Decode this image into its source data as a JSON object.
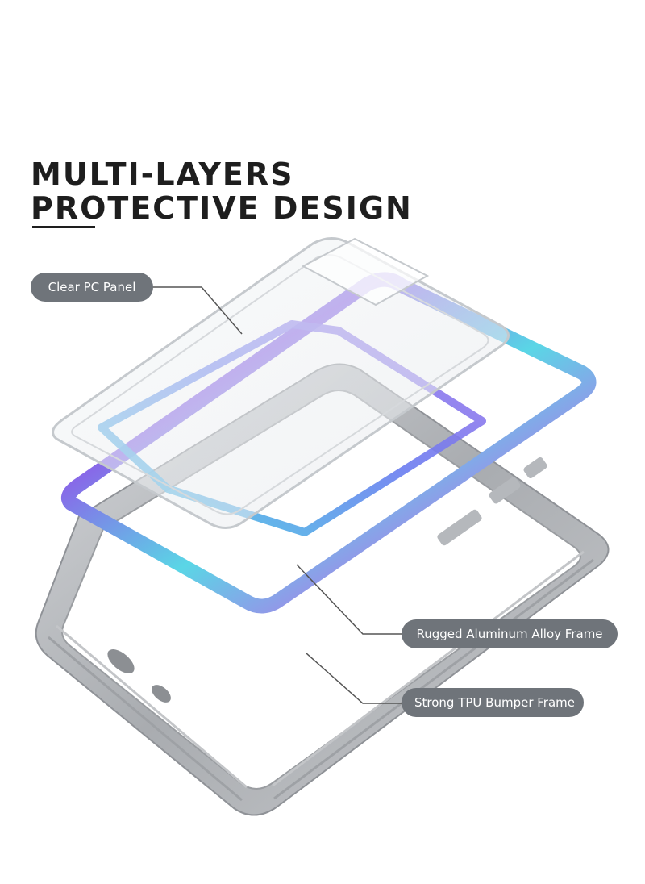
{
  "headline": {
    "line1": "MULTI-LAYERS",
    "line2": "PROTECTIVE DESIGN"
  },
  "callouts": [
    {
      "label": "Clear PC Panel"
    },
    {
      "label": "Rugged Aluminum Alloy Frame"
    },
    {
      "label": "Strong TPU Bumper Frame"
    }
  ],
  "colors": {
    "text": "#1e1e1e",
    "callout_bg": "#6f747a",
    "callout_text": "#ffffff",
    "leader_line": "#555555",
    "frame_gray": "#b9bcc0",
    "iridescent": [
      "#7f5fe6",
      "#3cc8e6",
      "#6ee0c8",
      "#b070e8"
    ]
  }
}
